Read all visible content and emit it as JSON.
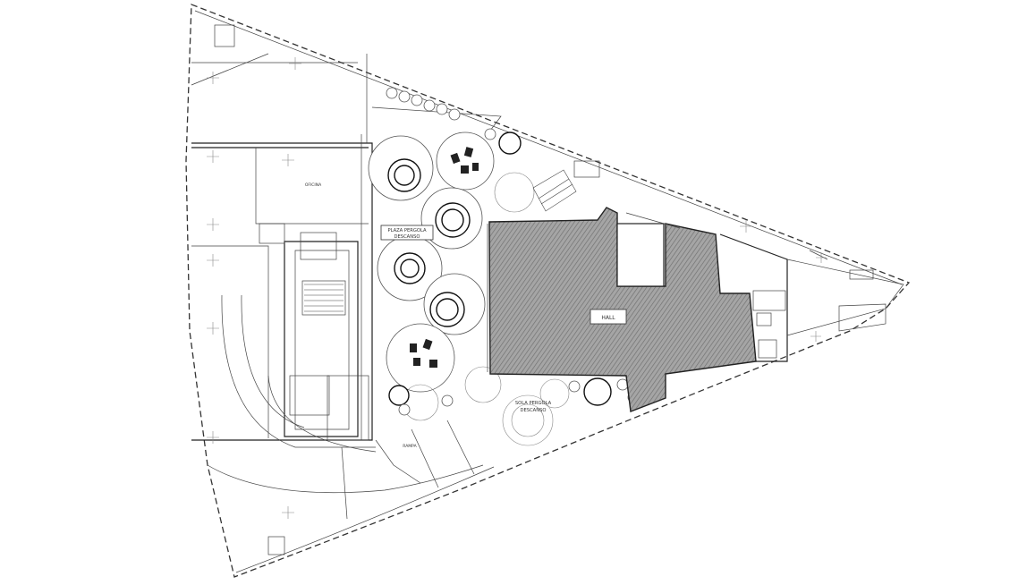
{
  "drawing": {
    "labels": {
      "plaza_north": "PLAZA PERGOLA DESCANSO",
      "plaza_north_line1": "PLAZA PERGOLA",
      "plaza_north_line2": "DESCANSO",
      "plaza_south_line1": "SOLA PERGOLA",
      "plaza_south_line2": "DESCANSO",
      "hall": "HALL",
      "office": "OFICINA",
      "ramp": "RAMPA"
    },
    "colors": {
      "line": "#222222",
      "hatch_fill": "#8c8c8c",
      "paper": "#ffffff"
    }
  }
}
